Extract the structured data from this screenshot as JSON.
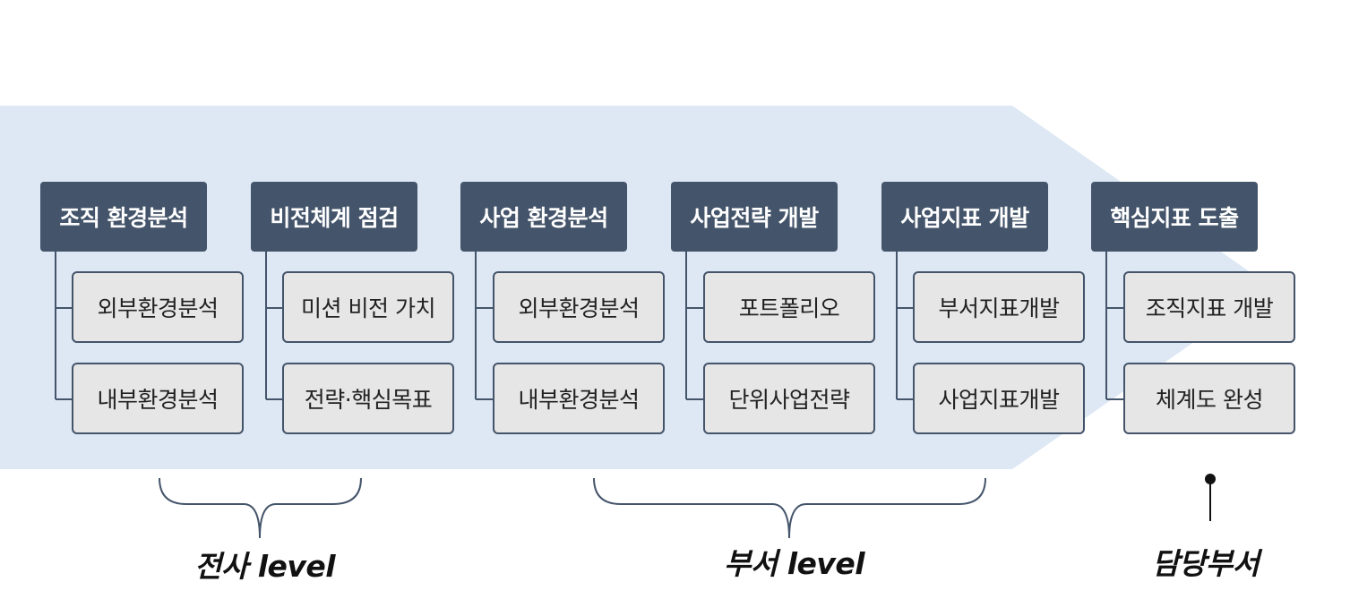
{
  "steps": [
    {
      "title": "조직 환경분석",
      "items": [
        "외부환경분석",
        "내부환경분석"
      ]
    },
    {
      "title": "비전체계 점검",
      "items": [
        "미션 비전 가치",
        "전략·핵심목표"
      ]
    },
    {
      "title": "사업 환경분석",
      "items": [
        "외부환경분석",
        "내부환경분석"
      ]
    },
    {
      "title": "사업전략 개발",
      "items": [
        "포트폴리오",
        "단위사업전략"
      ]
    },
    {
      "title": "사업지표 개발",
      "items": [
        "부서지표개발",
        "사업지표개발"
      ]
    },
    {
      "title": "핵심지표 도출",
      "items": [
        "조직지표 개발",
        "체계도 완성"
      ]
    }
  ],
  "levels": {
    "company": "전사 level",
    "department": "부서 level",
    "owner": "담당부서"
  },
  "colors": {
    "header_bg": "#44546a",
    "sub_bg": "#e7e6e6",
    "arrow_bg": "#dde8f4"
  }
}
